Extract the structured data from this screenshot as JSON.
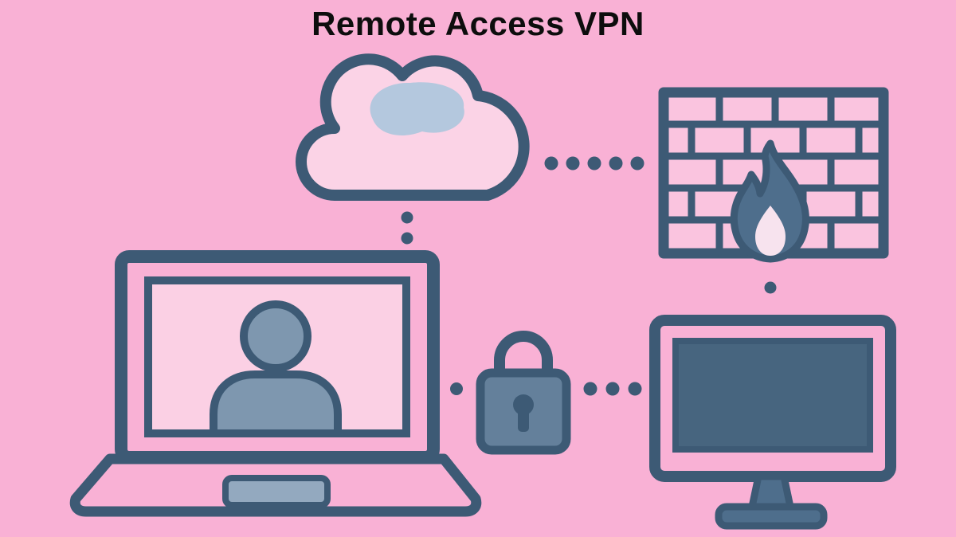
{
  "title": "Remote Access VPN",
  "colors": {
    "bg": "#F9B1D5",
    "title_color": "#0D0D0D",
    "outline": "#3D5A75",
    "cloud_fill": "#FBD3E6",
    "cloud_patch": "#B4C8DE",
    "wall_fill": "#FAC4DF",
    "flame_fill": "#4E6E8C",
    "flame_core": "#F7E3EE",
    "screen_light": "#FBD0E4",
    "user_fill": "#7E97AF",
    "touchpad_fill": "#93A9BF",
    "lock_fill": "#64809B",
    "screen_dark": "#47657F"
  },
  "diagram": {
    "nodes": [
      {
        "id": "cloud",
        "icon": "cloud-icon"
      },
      {
        "id": "firewall",
        "icon": "firewall-icon"
      },
      {
        "id": "laptop",
        "icon": "laptop-icon"
      },
      {
        "id": "user",
        "icon": "user-icon"
      },
      {
        "id": "lock",
        "icon": "lock-icon"
      },
      {
        "id": "monitor",
        "icon": "monitor-icon"
      }
    ],
    "connectors": [
      {
        "from": "cloud",
        "to": "firewall",
        "style": "dotted",
        "dots": 5
      },
      {
        "from": "cloud",
        "to": "laptop",
        "style": "dotted",
        "dots": 2
      },
      {
        "from": "laptop",
        "to": "lock",
        "style": "dotted",
        "dots": 1
      },
      {
        "from": "lock",
        "to": "monitor",
        "style": "dotted",
        "dots": 3
      },
      {
        "from": "firewall",
        "to": "monitor",
        "style": "dotted",
        "dots": 1
      }
    ]
  }
}
